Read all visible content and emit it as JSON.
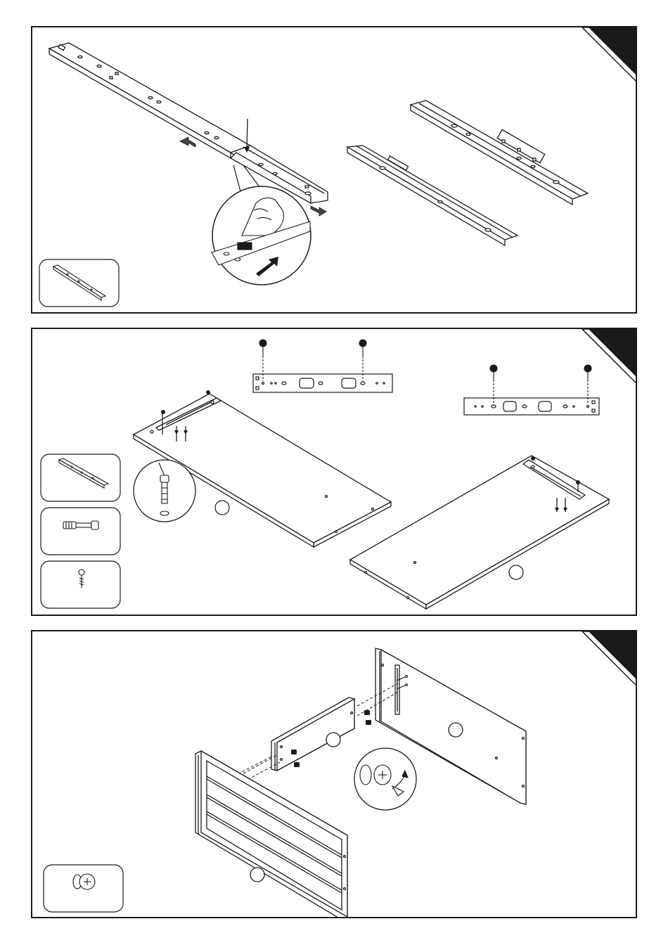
{
  "colors": {
    "ink": "#1a1a1a",
    "paper": "#ffffff",
    "step_tab": "#1a1a1a"
  },
  "steps": [
    {
      "id": "step-1",
      "parts": [
        {
          "icon": "drawer-slide-rail-icon",
          "quantity": ""
        }
      ],
      "detail_circles": 1,
      "part_markers": []
    },
    {
      "id": "step-2",
      "parts": [
        {
          "icon": "slide-rail-icon",
          "quantity": ""
        },
        {
          "icon": "cam-bolt-dowel-icon",
          "quantity": ""
        },
        {
          "icon": "wood-screw-icon",
          "quantity": ""
        }
      ],
      "detail_circles": 1,
      "part_markers": [
        "",
        ""
      ]
    },
    {
      "id": "step-3",
      "parts": [
        {
          "icon": "cam-lock-nut-icon",
          "quantity": ""
        }
      ],
      "detail_circles": 1,
      "part_markers": [
        "",
        "",
        ""
      ]
    }
  ]
}
